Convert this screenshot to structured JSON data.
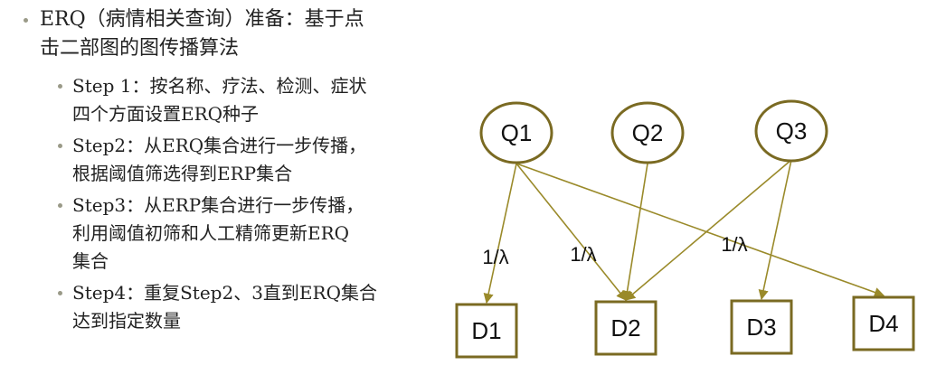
{
  "bullets": {
    "main": "ERQ（病情相关查询）准备：基于点击二部图的图传播算法",
    "main_line1": "ERQ（病情相关查询）准备：基于点",
    "main_line2": "击二部图的图传播算法",
    "steps": [
      {
        "line1": "Step 1：按名称、疗法、检测、症状",
        "line2": "四个方面设置ERQ种子",
        "line3": ""
      },
      {
        "line1": "Step2：从ERQ集合进行一步传播，",
        "line2": "根据阈值筛选得到ERP集合",
        "line3": ""
      },
      {
        "line1": "Step3：从ERP集合进行一步传播，",
        "line2": "利用阈值初筛和人工精筛更新ERQ",
        "line3": "集合"
      },
      {
        "line1": "Step4：重复Step2、3直到ERQ集合",
        "line2": "达到指定数量",
        "line3": ""
      }
    ]
  },
  "diagram": {
    "queries": [
      "Q1",
      "Q2",
      "Q3"
    ],
    "docs": [
      "D1",
      "D2",
      "D3",
      "D4"
    ],
    "edges": [
      {
        "from": "Q1",
        "to": "D1"
      },
      {
        "from": "Q1",
        "to": "D2"
      },
      {
        "from": "Q1",
        "to": "D4"
      },
      {
        "from": "Q2",
        "to": "D2"
      },
      {
        "from": "Q3",
        "to": "D2"
      },
      {
        "from": "Q3",
        "to": "D3"
      }
    ],
    "edge_labels": [
      "1/λ",
      "1/λ",
      "1/λ"
    ],
    "colors": {
      "node_stroke": "#7a6a22",
      "edge": "#9a8a2a"
    }
  }
}
